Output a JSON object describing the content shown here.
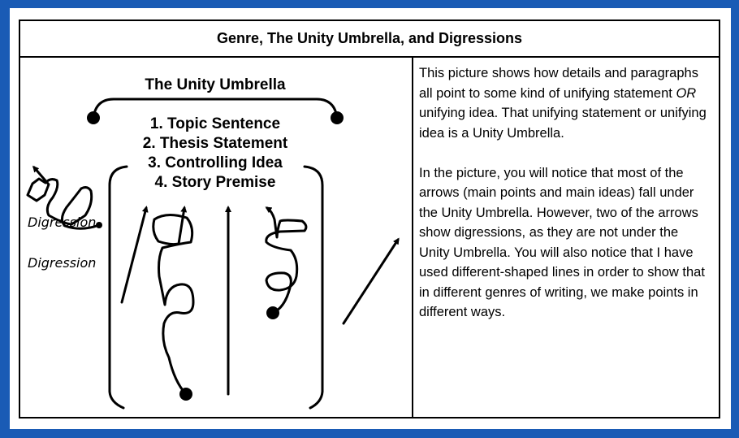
{
  "title": "Genre, The Unity Umbrella, and Digressions",
  "diagram": {
    "heading": "The Unity Umbrella",
    "items": [
      "1. Topic Sentence",
      "2. Thesis Statement",
      "3. Controlling Idea",
      "4. Story Premise"
    ],
    "digression_labels": [
      "Digression",
      "Digression"
    ]
  },
  "explanation": {
    "paragraph1_a": "This picture shows how details and paragraphs all point to some kind of unifying statement ",
    "paragraph1_em": "OR",
    "paragraph1_b": " unifying idea. That unifying statement or unifying idea is a Unity Umbrella.",
    "paragraph2": "In the picture, you will notice that most of the arrows (main points and main ideas) fall under the Unity Umbrella. However, two of the arrows show digressions, as they are not under the Unity Umbrella. You will also notice that I have used different-shaped lines in order to show that in different genres of writing, we make points in different ways."
  },
  "colors": {
    "frame": "#1a5bb5",
    "ink": "#000000"
  }
}
